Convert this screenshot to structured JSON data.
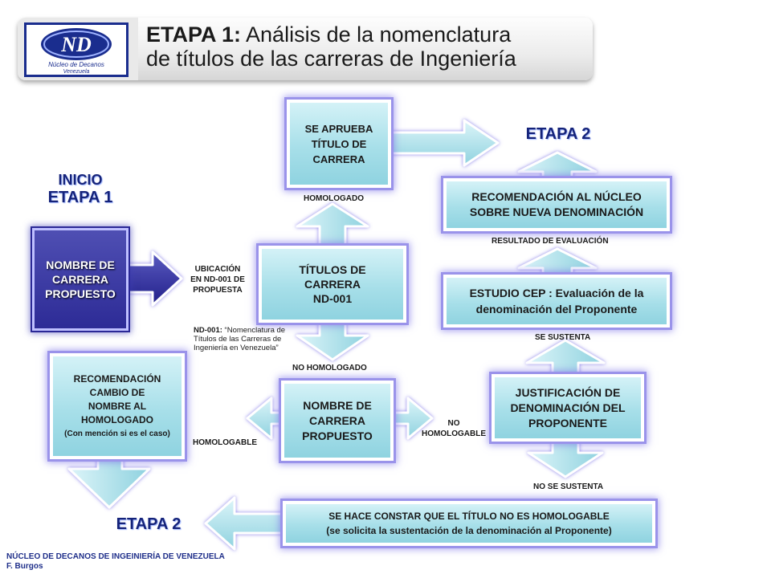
{
  "header": {
    "title_bold": "ETAPA 1:",
    "title_line1": " Análisis de la nomenclatura",
    "title_line2": "de títulos de las carreras de Ingeniería",
    "logo_text_line1": "Núcleo de Decanos",
    "logo_text_line2": "Venezuela"
  },
  "colors": {
    "box_fill": "#a7dfe9",
    "box_glow": "#9a93ea",
    "dark_box": "#2d2b96",
    "arrow_fill": "#a8dde8",
    "stage_text": "#15237a"
  },
  "stages": {
    "inicio_line1": "INICIO",
    "inicio_line2": "ETAPA 1",
    "etapa2_top": "ETAPA 2",
    "etapa2_bottom": "ETAPA 2"
  },
  "boxes": {
    "nombre_propuesto_start": [
      "NOMBRE DE",
      "CARRERA",
      "PROPUESTO"
    ],
    "se_aprueba": [
      "SE APRUEBA",
      "TÍTULO DE",
      "CARRERA"
    ],
    "titulos": [
      "TÍTULOS DE",
      "CARRERA",
      "ND-001"
    ],
    "nombre_propuesto_mid": [
      "NOMBRE DE",
      "CARRERA",
      "PROPUESTO"
    ],
    "recomendacion_cambio": [
      "RECOMENDACIÓN",
      "CAMBIO DE",
      "NOMBRE AL",
      "HOMOLOGADO",
      "(Con mención si es el caso)"
    ],
    "recomendacion_nucleo": [
      "RECOMENDACIÓN AL NÚCLEO",
      "SOBRE NUEVA DENOMINACIÓN"
    ],
    "estudio_cep": [
      "ESTUDIO CEP : Evaluación de la",
      "denominación del Proponente"
    ],
    "justificacion": [
      "JUSTIFICACIÓN DE",
      "DENOMINACIÓN DEL",
      "PROPONENTE"
    ],
    "se_hace_constar": [
      "SE HACE CONSTAR QUE EL TÍTULO NO ES HOMOLOGABLE",
      "(se solicita la sustentación de la denominación al Proponente)"
    ]
  },
  "labels": {
    "ubicacion": [
      "UBICACIÓN",
      "EN ND-001 DE",
      "PROPUESTA"
    ],
    "nd001_prefix": "ND-001:",
    "nd001_desc": [
      " “Nomenclatura de",
      "Títulos de las Carreras de",
      "Ingeniería en Venezuela”"
    ],
    "homologado": "HOMOLOGADO",
    "no_homologado": "NO HOMOLOGADO",
    "homologable": "HOMOLOGABLE",
    "no_homologable": [
      "NO",
      "HOMOLOGABLE"
    ],
    "resultado": "RESULTADO DE EVALUACIÓN",
    "se_sustenta": "SE SUSTENTA",
    "no_se_sustenta": "NO SE SUSTENTA"
  },
  "footer": {
    "line1": "NÚCLEO DE DECANOS DE INGEINIERÍA DE VENEZUELA",
    "line2": "F. Burgos"
  }
}
